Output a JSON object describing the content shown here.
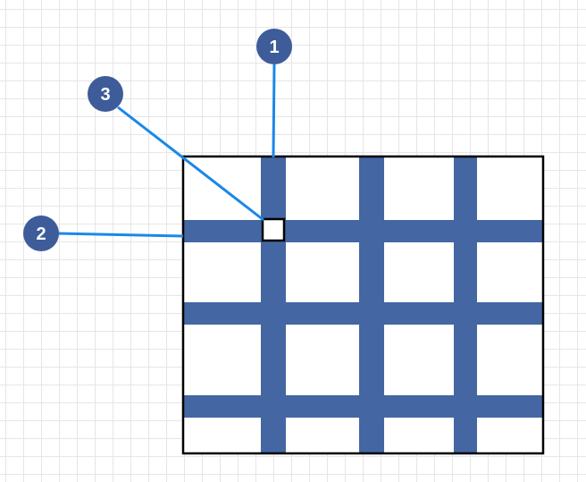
{
  "diagram": {
    "colors": {
      "bar": "#4466a3",
      "frame": "#000000",
      "leader": "#1a88e8",
      "callout_fill": "#3d5c99",
      "callout_text": "#ffffff",
      "cell": "#ffffff"
    },
    "callouts": [
      {
        "label": "1"
      },
      {
        "label": "2"
      },
      {
        "label": "3"
      }
    ]
  }
}
